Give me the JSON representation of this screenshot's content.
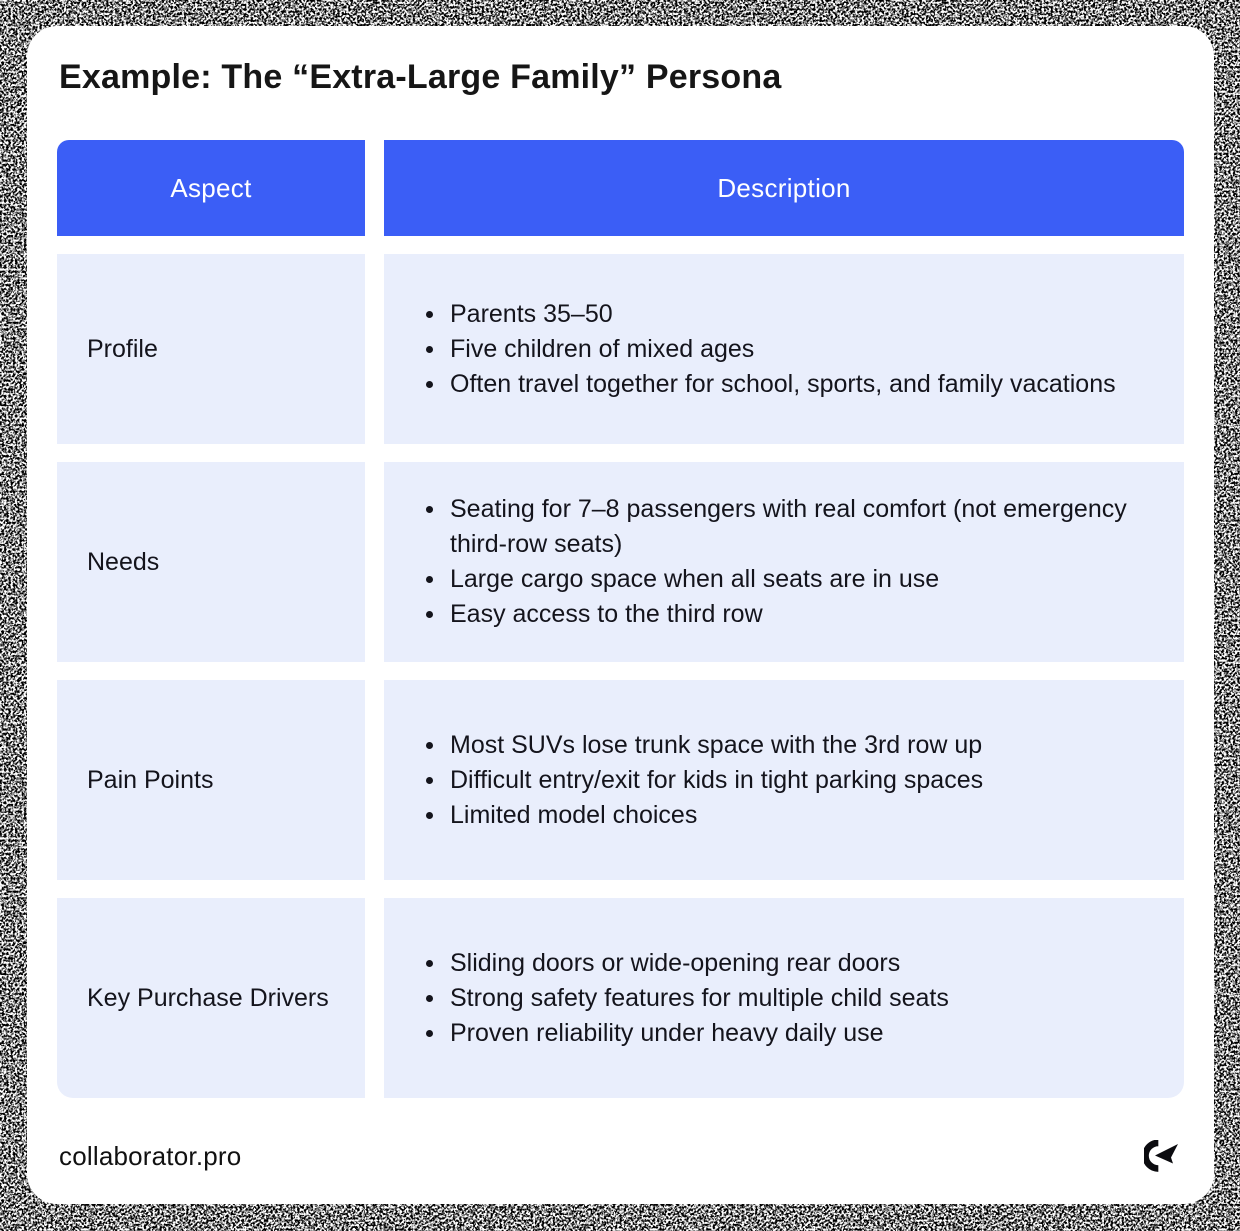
{
  "page": {
    "title": "Example: The “Extra-Large Family” Persona"
  },
  "colors": {
    "header_bg": "#3B5EF6",
    "cell_bg": "#E9EEFC",
    "header_text": "#FFFFFF",
    "body_text": "#14141C",
    "frame": "#000000",
    "card_bg": "#FFFFFF"
  },
  "table": {
    "columns": [
      "Aspect",
      "Description"
    ],
    "rows": [
      {
        "aspect": "Profile",
        "bullets": [
          "Parents 35–50",
          "Five children of mixed ages",
          "Often travel together for school, sports, and family vacations"
        ]
      },
      {
        "aspect": "Needs",
        "bullets": [
          "Seating for 7–8 passengers with real comfort (not emergency third-row seats)",
          "Large cargo space when all seats are in use",
          "Easy access to the third row"
        ]
      },
      {
        "aspect": "Pain Points",
        "bullets": [
          "Most SUVs lose trunk space with the 3rd row up",
          "Difficult entry/exit for kids in tight parking spaces",
          "Limited model choices"
        ]
      },
      {
        "aspect": "Key Purchase Drivers",
        "bullets": [
          "Sliding doors or wide-opening rear doors",
          "Strong safety features for multiple child seats",
          "Proven reliability under heavy daily use"
        ]
      }
    ]
  },
  "footer": {
    "brand": "collaborator.pro",
    "logo_icon": "collaborator-logo-icon"
  }
}
